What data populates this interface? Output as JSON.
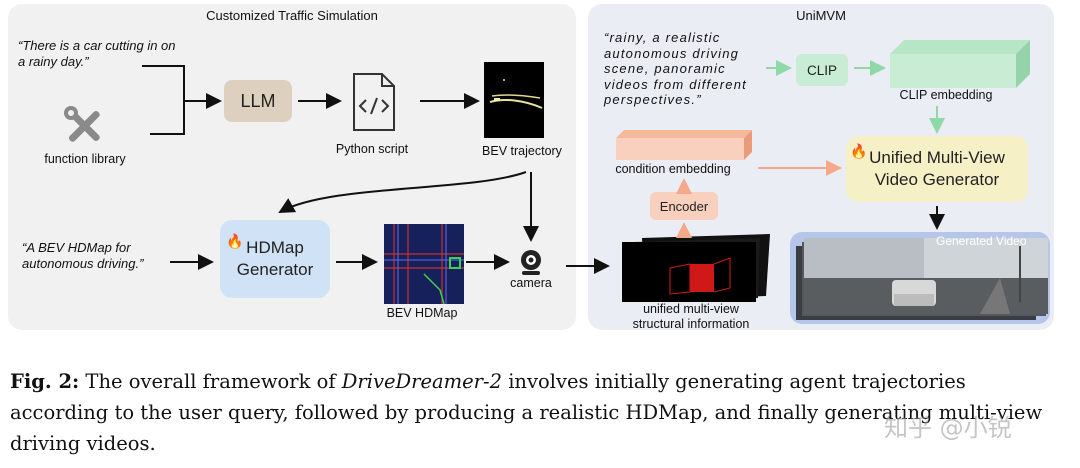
{
  "left_panel": {
    "title": "Customized Traffic Simulation"
  },
  "right_panel": {
    "title": "UniMVM"
  },
  "nodes": {
    "query_car": "“There is a car cutting in on a rainy day.”",
    "function_library": "function library",
    "llm": "LLM",
    "python_script": "Python script",
    "bev_trajectory": "BEV trajectory",
    "query_hdmap": "“A BEV HDMap for autonomous driving.”",
    "hdmap_generator_1": "HDMap",
    "hdmap_generator_2": "Generator",
    "bev_hdmap": "BEV HDMap",
    "camera": "camera",
    "clip_prompt": "“rainy, a realistic autonomous driving scene, panoramic videos from different perspectives.”",
    "clip": "CLIP",
    "clip_embedding": "CLIP embedding",
    "condition_embedding": "condition embedding",
    "encoder": "Encoder",
    "unified_generator_1": "Unified Multi-View",
    "unified_generator_2": "Video Generator",
    "generated_video": "Generated Video",
    "structural_info_1": "unified multi-view",
    "structural_info_2": "structural information"
  },
  "caption": {
    "fig_label": "Fig. 2:",
    "text_before": " The overall framework of ",
    "model_name": "DriveDreamer-2",
    "text_after": " involves initially generating agent trajectories according to the user query, followed by producing a realistic HDMap, and finally generating multi-view driving videos."
  },
  "watermark": "知乎 @小锐",
  "colors": {
    "left_panel_bg": "#f1f1f1",
    "right_panel_bg": "#ebedf5",
    "llm": "#ddd0bf",
    "hdmap_generator": "#cfe2f6",
    "clip": "#c9ecd4",
    "encoder": "#f8d0bd",
    "unified_generator": "#f6f0c6",
    "green_arrow": "#8fd9a8",
    "salmon_arrow": "#f4a98a"
  },
  "icons": [
    "wrench-screwdriver-icon",
    "code-file-icon",
    "camera-icon",
    "flame-icon"
  ]
}
